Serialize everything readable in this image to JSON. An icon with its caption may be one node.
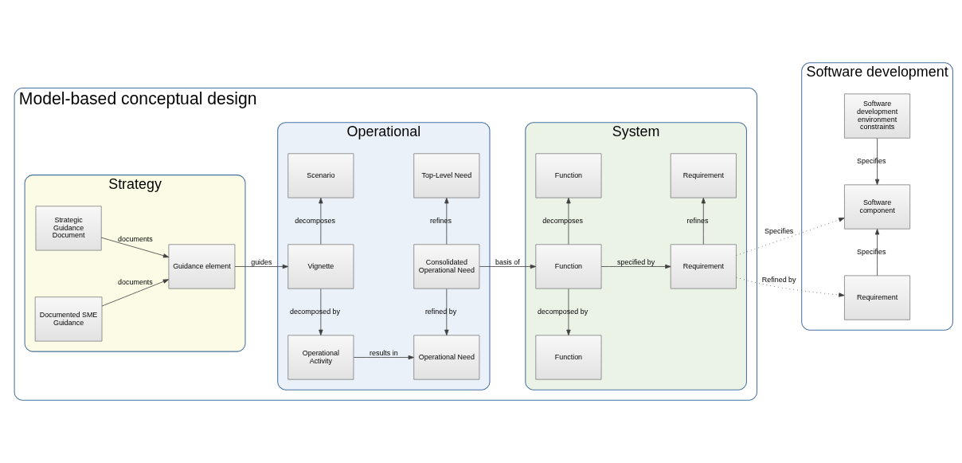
{
  "diagram": {
    "nodes": [
      {
        "text": [
          "Model-based conceptual design"
        ]
      },
      {
        "text": [
          "Strategy"
        ],
        "in": 0
      },
      {
        "text": [
          "Strategic Guidance Document"
        ],
        "in": 1
      },
      {
        "text": [
          "Guidance element"
        ],
        "in": 1
      },
      {
        "text": [
          "Documented SME Guidance"
        ],
        "in": 1
      },
      {
        "text": [
          "Operational"
        ],
        "in": 0
      },
      {
        "text": [
          "Scenario"
        ],
        "in": 5
      },
      {
        "text": [
          "Top-Level Need"
        ],
        "in": 5
      },
      {
        "text": [
          "Vignette"
        ],
        "in": 5
      },
      {
        "text": [
          "Consolidated Operational Need"
        ],
        "in": 5
      },
      {
        "text": [
          "Operational Activity"
        ],
        "in": 5
      },
      {
        "text": [
          "Operational Need"
        ],
        "in": 5
      },
      {
        "text": [
          "System"
        ],
        "in": 0
      },
      {
        "text": [
          "Function"
        ],
        "in": 12
      },
      {
        "text": [
          "Requirement"
        ],
        "in": 12
      },
      {
        "text": [
          "Function"
        ],
        "in": 12
      },
      {
        "text": [
          "Requirement"
        ],
        "in": 12
      },
      {
        "text": [
          "Function"
        ],
        "in": 12
      },
      {
        "text": [
          "Software development"
        ]
      },
      {
        "text": [
          "Software development environment constraints"
        ],
        "in": 18
      },
      {
        "text": [
          "Software component"
        ],
        "in": 18
      },
      {
        "text": [
          "Requirement"
        ],
        "in": 18
      }
    ],
    "edges": [
      {
        "from": 2,
        "to": 3,
        "arrow": "to",
        "label": "documents"
      },
      {
        "from": 4,
        "to": 3,
        "arrow": "to",
        "label": "documents"
      },
      {
        "from": 3,
        "to": 8,
        "arrow": "to",
        "label": "guides"
      },
      {
        "from": 8,
        "to": 6,
        "arrow": "to",
        "label": "decomposes"
      },
      {
        "from": 9,
        "to": 7,
        "arrow": "to",
        "label": "refines"
      },
      {
        "from": 9,
        "to": 15,
        "arrow": "to",
        "label": "basis of"
      },
      {
        "from": 15,
        "to": 13,
        "arrow": "to",
        "label": "decomposes"
      },
      {
        "from": 15,
        "to": 16,
        "arrow": "to",
        "label": "specified by"
      },
      {
        "from": 16,
        "to": 14,
        "arrow": "to",
        "label": "refines"
      },
      {
        "from": 19,
        "to": 20,
        "arrow": "to",
        "label": "Specifies"
      },
      {
        "from": 16,
        "to": 20,
        "arrow": "to",
        "label": "Specifies",
        "style": "dashed"
      },
      {
        "from": 8,
        "to": 10,
        "arrow": "to",
        "label": "decomposed by"
      },
      {
        "from": 9,
        "to": 11,
        "arrow": "to",
        "label": "refined by"
      },
      {
        "from": 15,
        "to": 17,
        "arrow": "to",
        "label": "decomposed by"
      },
      {
        "from": 21,
        "to": 20,
        "arrow": "to",
        "label": "Specifies"
      },
      {
        "from": 10,
        "to": 11,
        "arrow": "to",
        "label": "results in"
      },
      {
        "from": 16,
        "to": 21,
        "arrow": "to",
        "label": "Refined by",
        "style": "dashed"
      }
    ]
  }
}
